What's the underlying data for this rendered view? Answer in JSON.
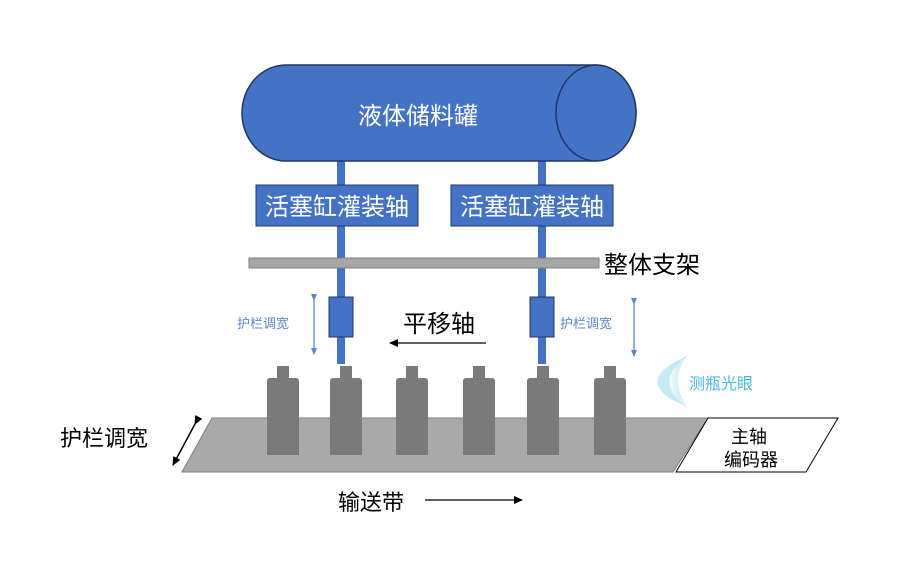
{
  "tank_label": "液体储料罐",
  "piston_axis_label": "活塞缸灌装轴",
  "frame_label": "整体支架",
  "translate_axis_label": "平移轴",
  "guardrail_small_label": "护栏调宽",
  "guardrail_large_label": "护栏调宽",
  "bottle_sensor_label": "测瓶光眼",
  "encoder_line1": "主轴",
  "encoder_line2": "编码器",
  "conveyor_label": "输送带",
  "colors": {
    "tank_blue": "#4472c4",
    "outline_navy": "#1f3864",
    "frame_gray": "#a6a6a6",
    "bottle_gray": "#7a7a7a",
    "belt_gray": "#a9a9a9",
    "guardrail_text_blue": "#5b87c5",
    "sensor_cyan": "#4bb8dd"
  }
}
